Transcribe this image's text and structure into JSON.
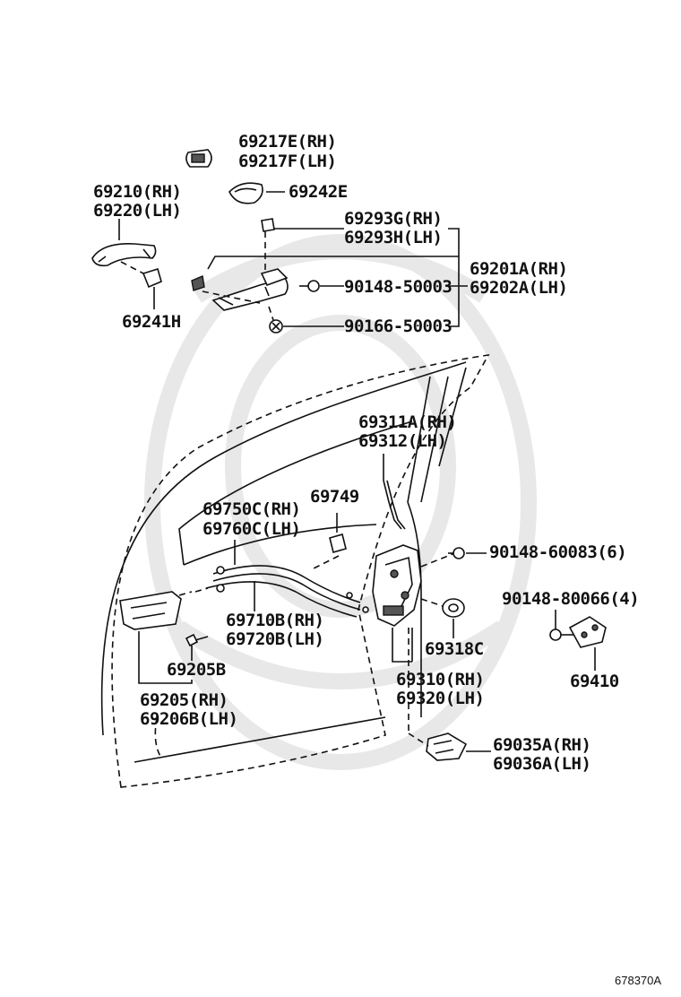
{
  "labels": {
    "p69217EF": [
      "69217E(RH)",
      "69217F(LH)"
    ],
    "p69242E": "69242E",
    "p69210": [
      "69210(RH)",
      "69220(LH)"
    ],
    "p69293": [
      "69293G(RH)",
      "69293H(LH)"
    ],
    "p69201": [
      "69201A(RH)",
      "69202A(LH)"
    ],
    "p90148_50003": "90148-50003",
    "p90166_50003": "90166-50003",
    "p69241H": "69241H",
    "p69311": [
      "69311A(RH)",
      "69312(LH)"
    ],
    "p69749": "69749",
    "p69750": [
      "69750C(RH)",
      "69760C(LH)"
    ],
    "p90148_60083": "90148-60083(6)",
    "p90148_80066": "90148-80066(4)",
    "p69710": [
      "69710B(RH)",
      "69720B(LH)"
    ],
    "p69318C": "69318C",
    "p69205B": "69205B",
    "p69410": "69410",
    "p69310": [
      "69310(RH)",
      "69320(LH)"
    ],
    "p69205": [
      "69205(RH)",
      "69206B(LH)"
    ],
    "p69035": [
      "69035A(RH)",
      "69036A(LH)"
    ]
  },
  "reference_code": "678370A"
}
